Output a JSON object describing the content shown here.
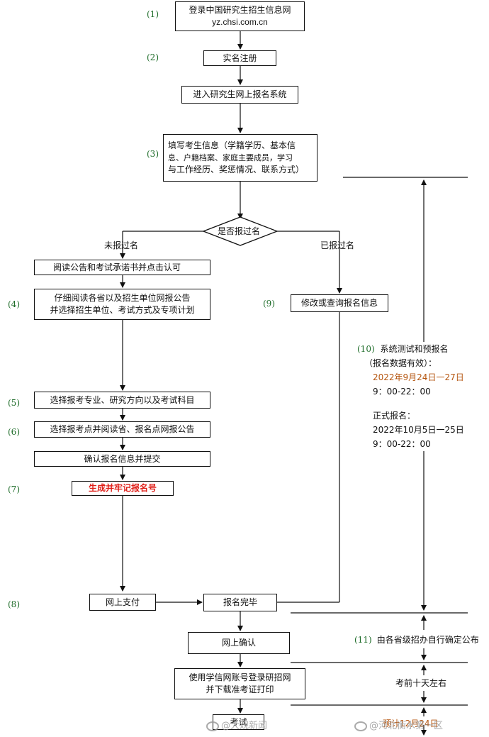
{
  "boxes": {
    "login_line1": "登录中国研究生招生信息网",
    "login_line2": "yz.chsi.com.cn",
    "register": "实名注册",
    "enter_system": "进入研究生网上报名系统",
    "fill_info_line1": "填写考生信息（学籍学历、基本信",
    "fill_info_line2": "息、户籍档案、家庭主要成员，学习",
    "fill_info_line3": "与工作经历、奖惩情况、联系方式）",
    "decision": "是否报过名",
    "read_notice": "阅读公告和考试承诺书并点击认可",
    "select_unit_line1": "仔细阅读各省以及招生单位网报公告",
    "select_unit_line2": "并选择招生单位、考试方式及专项计划",
    "select_major": "选择报考专业、研究方向以及考试科目",
    "select_site": "选择报考点并阅读省、报名点网报公告",
    "confirm_submit": "确认报名信息并提交",
    "generate_number": "生成并牢记报名号",
    "modify_query": "修改或查询报名信息",
    "pay_online": "网上支付",
    "reg_complete": "报名完毕",
    "confirm_online": "网上确认",
    "print_line1": "使用学信网账号登录研招网",
    "print_line2": "并下载准考证打印",
    "exam": "考试"
  },
  "branches": {
    "not_registered": "未报过名",
    "registered": "已报过名"
  },
  "steps": {
    "s1": "(1)",
    "s2": "(2)",
    "s3": "(3)",
    "s4": "(4)",
    "s5": "(5)",
    "s6": "(6)",
    "s7": "(7)",
    "s8": "(8)",
    "s9": "(9)",
    "s10": "(10)",
    "s11": "(11)"
  },
  "timeline": {
    "pre_title": "系统测试和预报名",
    "pre_note": "（报名数据有效）：",
    "pre_date": "2022年9月24日一27日",
    "pre_time": "9：00-22：00",
    "formal_title": "正式报名：",
    "formal_date": "2022年10月5日一25日",
    "formal_time": "9：00-22：00",
    "confirm_note": "由各省级招办自行确定公布",
    "print_note": "考前十天左右",
    "exam_note": "预计12月24日"
  },
  "watermarks": {
    "left": "@大观新闻",
    "right": "@河北衡水第一区"
  },
  "colors": {
    "line": "#111111",
    "step_number": "#1f6d2a",
    "highlight": "#e0201a",
    "date_number": "#b5550f"
  }
}
